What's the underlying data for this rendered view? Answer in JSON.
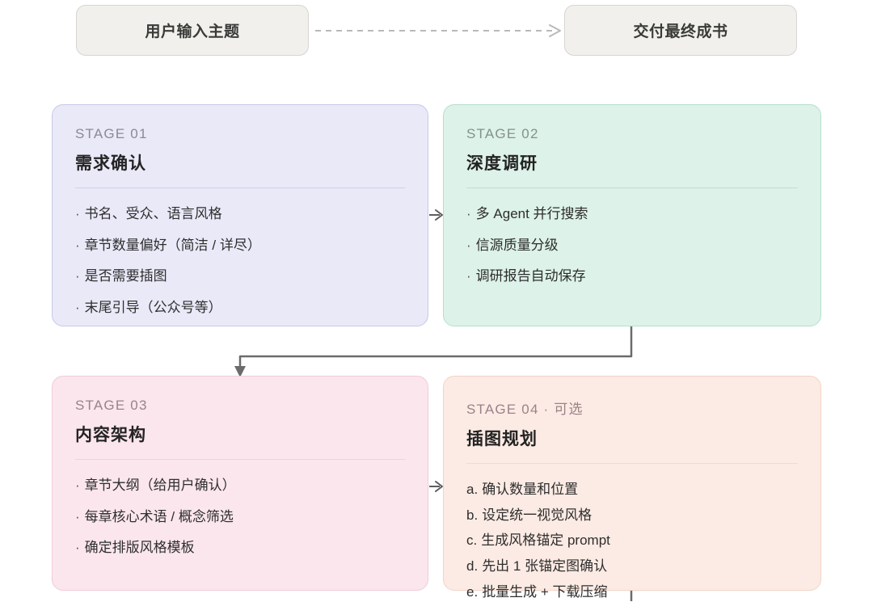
{
  "flow": {
    "start_label": "用户输入主题",
    "end_label": "交付最终成书"
  },
  "colors": {
    "stage1_fill": "#e9e9f8",
    "stage2_fill": "#ddf2e8",
    "stage3_fill": "#fbe6ed",
    "stage4_fill": "#fcebe4",
    "pill_fill": "#f1f0ed",
    "connector": "#6b6b6b",
    "dashed_connector": "#b9b9b9"
  },
  "stages": [
    {
      "label": "STAGE 01",
      "title": "需求确认",
      "marker": "bullet",
      "items": [
        {
          "mark": "·",
          "text": "书名、受众、语言风格"
        },
        {
          "mark": "·",
          "text": "章节数量偏好（简洁 / 详尽）"
        },
        {
          "mark": "·",
          "text": "是否需要插图"
        },
        {
          "mark": "·",
          "text": "末尾引导（公众号等）"
        }
      ]
    },
    {
      "label": "STAGE 02",
      "title": "深度调研",
      "marker": "bullet",
      "items": [
        {
          "mark": "·",
          "text": "多 Agent 并行搜索"
        },
        {
          "mark": "·",
          "text": "信源质量分级"
        },
        {
          "mark": "·",
          "text": "调研报告自动保存"
        }
      ]
    },
    {
      "label": "STAGE 03",
      "title": "内容架构",
      "marker": "bullet",
      "items": [
        {
          "mark": "·",
          "text": "章节大纲（给用户确认）"
        },
        {
          "mark": "·",
          "text": "每章核心术语 / 概念筛选"
        },
        {
          "mark": "·",
          "text": "确定排版风格模板"
        }
      ]
    },
    {
      "label": "STAGE 04 · 可选",
      "title": "插图规划",
      "marker": "enum",
      "items": [
        {
          "mark": "a.",
          "text": "确认数量和位置"
        },
        {
          "mark": "b.",
          "text": "设定统一视觉风格"
        },
        {
          "mark": "c.",
          "text": "生成风格锚定 prompt"
        },
        {
          "mark": "d.",
          "text": "先出 1 张锚定图确认"
        },
        {
          "mark": "e.",
          "text": "批量生成 + 下载压缩"
        }
      ]
    }
  ]
}
